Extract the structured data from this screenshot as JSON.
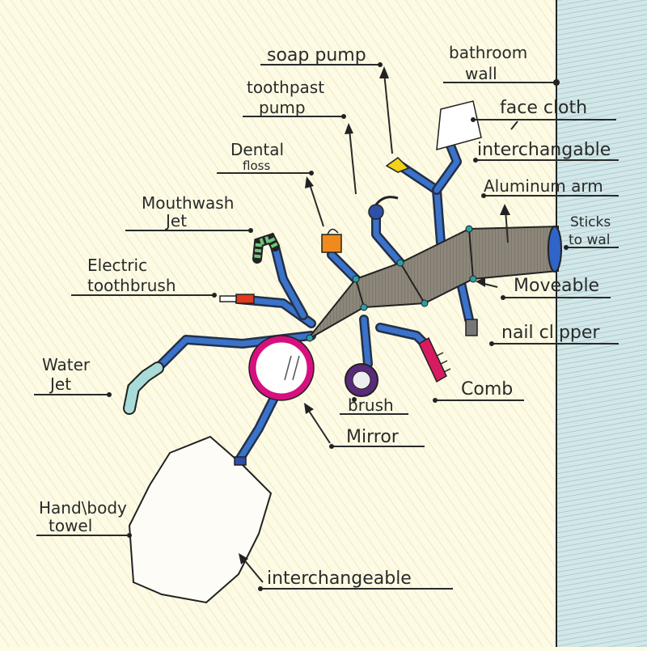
{
  "title": "Bathroom wall-mounted grooming arm",
  "colors": {
    "paper": "#fdfbe6",
    "wall": "#cfe4e6",
    "limb": "#3a73c9",
    "arm": "#8a8478",
    "mirror_frame": "#d6107e",
    "brush": "#5a2a7a",
    "comb": "#d81b60",
    "floss": "#f08a1c",
    "clipper_red": "#e23a1a"
  },
  "labels": {
    "soap_pump": "soap pump",
    "bathroom_wall": [
      "bathroom",
      "wall"
    ],
    "toothpaste_pump": [
      "toothpast",
      "pump"
    ],
    "face_cloth": "face cloth",
    "interchangable_top": "interchangable",
    "dental_floss": [
      "Dental",
      "floss"
    ],
    "aluminum_arm": "Aluminum arm",
    "mouthwash_jet": [
      "Mouthwash",
      "Jet"
    ],
    "sticks_to_wall": [
      "Sticks",
      "to wal"
    ],
    "electric_toothbrush": [
      "Electric",
      "toothbrush"
    ],
    "moveable": "Moveable",
    "nail_clipper": "nail clipper",
    "water_jet": [
      "Water",
      "Jet"
    ],
    "comb": "Comb",
    "brush": "brush",
    "mirror": "Mirror",
    "hand_body_towel": [
      "Hand\\body",
      "towel"
    ],
    "interchangeable_bottom": "interchangeable"
  }
}
